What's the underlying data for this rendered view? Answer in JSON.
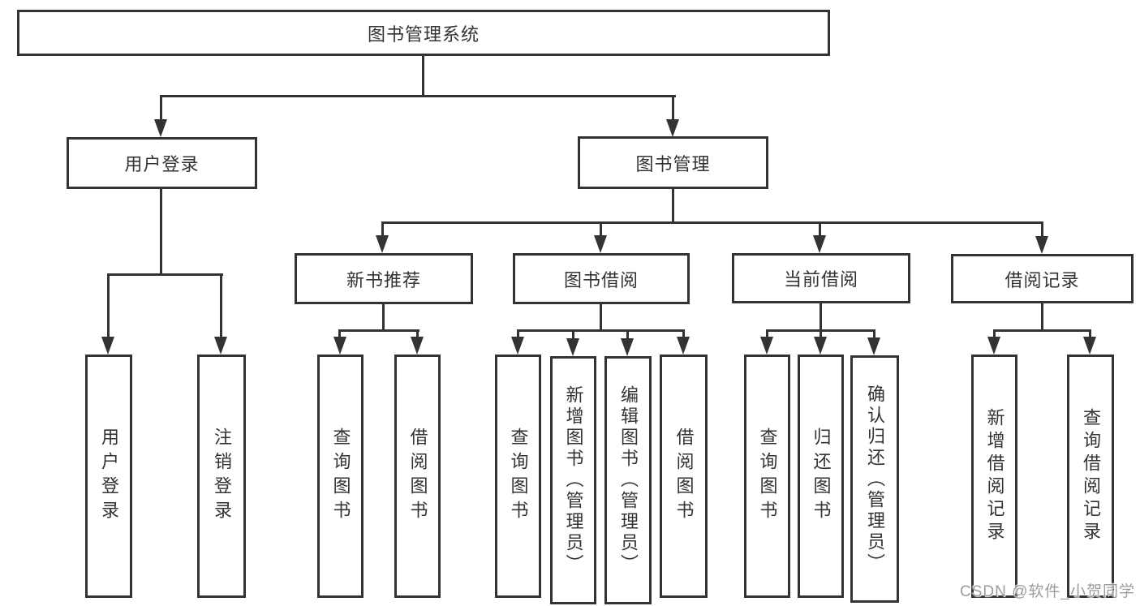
{
  "diagram": {
    "type": "hierarchy-tree",
    "tree": {
      "root": {
        "label": "图书管理系统",
        "children": [
          {
            "label": "用户登录",
            "children": [
              {
                "label": "用户登录"
              },
              {
                "label": "注销登录"
              }
            ]
          },
          {
            "label": "图书管理",
            "children": [
              {
                "label": "新书推荐",
                "children": [
                  {
                    "label": "查询图书"
                  },
                  {
                    "label": "借阅图书"
                  }
                ]
              },
              {
                "label": "图书借阅",
                "children": [
                  {
                    "label": "查询图书"
                  },
                  {
                    "label": "新增图书（管理员）"
                  },
                  {
                    "label": "编辑图书（管理员）"
                  },
                  {
                    "label": "借阅图书"
                  }
                ]
              },
              {
                "label": "当前借阅",
                "children": [
                  {
                    "label": "查询图书"
                  },
                  {
                    "label": "归还图书"
                  },
                  {
                    "label": "确认归还（管理员）"
                  }
                ]
              },
              {
                "label": "借阅记录",
                "children": [
                  {
                    "label": "新增借阅记录"
                  },
                  {
                    "label": "查询借阅记录"
                  }
                ]
              }
            ]
          }
        ]
      }
    }
  },
  "watermark": {
    "text": "CSDN @软件_小贺同学"
  },
  "colors": {
    "line": "#333333",
    "box_border": "#333333",
    "box_background": "#ffffff",
    "text": "#333333",
    "watermark": "#9c9c9c",
    "page_background": "#ffffff"
  }
}
